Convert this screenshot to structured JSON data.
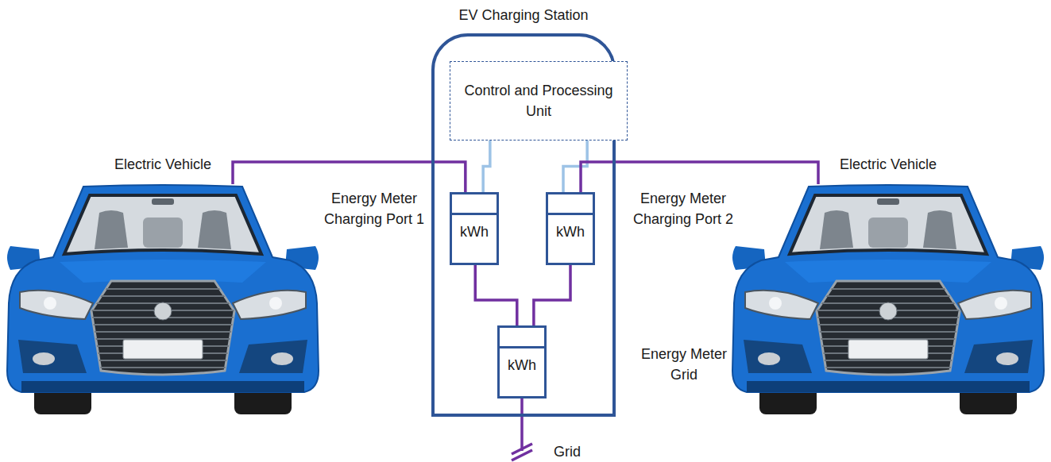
{
  "diagram": {
    "nodes": [
      {
        "text": [
          "EV Charging Station"
        ]
      },
      {
        "text": [
          "Control and Processing Unit"
        ],
        "in": 0
      },
      {
        "text": [
          "kWh",
          "Energy Meter Charging Port 1"
        ],
        "in": 0
      },
      {
        "text": [
          "kWh",
          "Energy Meter Charging Port 2"
        ],
        "in": 0
      },
      {
        "text": [
          "kWh",
          "Energy Meter Grid"
        ],
        "in": 0
      },
      {
        "text": [
          "Electric Vehicle"
        ]
      },
      {
        "text": [
          "Electric Vehicle"
        ]
      }
    ],
    "edges": [
      {
        "from": 5,
        "to": 2,
        "arrow": "none"
      },
      {
        "from": 1,
        "to": 2,
        "arrow": "none"
      },
      {
        "from": 1,
        "to": 3,
        "arrow": "none"
      },
      {
        "from": 6,
        "to": 3,
        "arrow": "none"
      },
      {
        "from": 2,
        "to": 4,
        "arrow": "none"
      },
      {
        "from": 3,
        "to": 4,
        "arrow": "none"
      }
    ],
    "labels": [
      "Grid"
    ]
  }
}
